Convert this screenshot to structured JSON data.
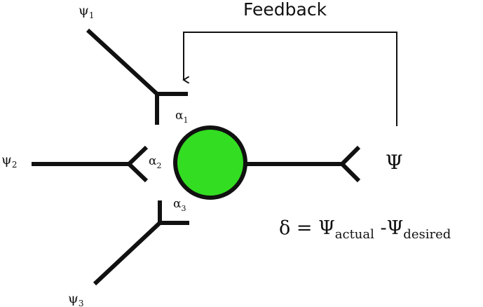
{
  "feedback_label": "Feedback",
  "inputs": [
    {
      "name": "ψ",
      "sub": "1",
      "weight": "α",
      "weight_sub": "1"
    },
    {
      "name": "ψ",
      "sub": "2",
      "weight": "α",
      "weight_sub": "2"
    },
    {
      "name": "ψ",
      "sub": "3",
      "weight": "α",
      "weight_sub": "3"
    }
  ],
  "output_label": "Ψ",
  "equation": {
    "lhs": "δ",
    "eq": " = ",
    "psi1": "Ψ",
    "sub1": "actual",
    "minus": " -",
    "psi2": "Ψ",
    "sub2": "desired"
  },
  "colors": {
    "neuron_fill": "#33dd22",
    "stroke": "#111111"
  }
}
